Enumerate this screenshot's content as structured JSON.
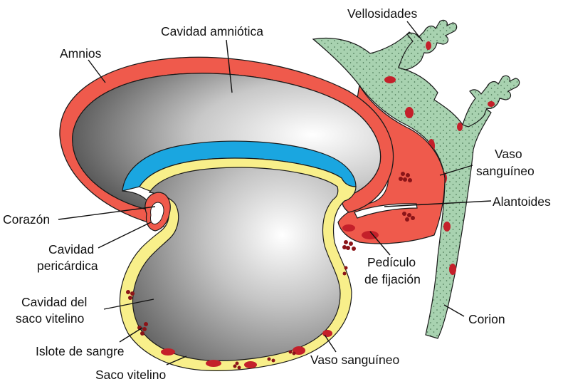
{
  "figure": {
    "labels": {
      "vellosidades": "Vellosidades",
      "cavidad_amniotica": "Cavidad amniótica",
      "amnios": "Amnios",
      "vaso_sanguineo_1": "Vaso",
      "vaso_sanguineo_2": "sanguíneo",
      "alantoides": "Alantoides",
      "corazon": "Corazón",
      "cavidad_pericardica_1": "Cavidad",
      "cavidad_pericardica_2": "pericárdica",
      "pediculo_1": "Pedículo",
      "pediculo_2": "de fijación",
      "cavidad_saco_1": "Cavidad del",
      "cavidad_saco_2": "saco vitelino",
      "corion": "Corion",
      "islote": "Islote de sangre",
      "vaso_sanguineo_bottom": "Vaso sanguíneo",
      "saco_vitelino": "Saco vitelino"
    },
    "colors": {
      "amnion_red": "#ef5a4c",
      "chorion_green": "#a8d2b0",
      "yolk_yellow": "#f8ef8a",
      "ectoderm_blue": "#1aa6e0",
      "vessel_dark_red": "#c4202a",
      "cavity_grey": "#7a7a7a"
    }
  }
}
